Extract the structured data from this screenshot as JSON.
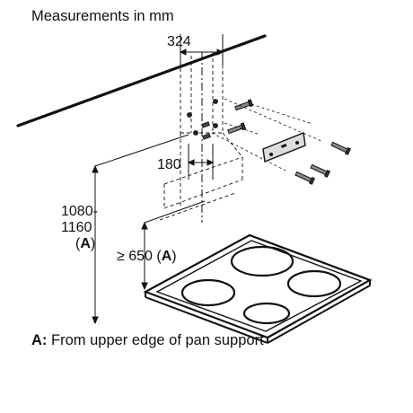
{
  "title": "Measurements in mm",
  "dimensions": {
    "width_324": "324",
    "width_180": "180",
    "height_range_line1": "1080-",
    "height_range_line2": "1160",
    "height_range_ref": "A",
    "min_height_prefix": "≥ 650 (",
    "min_height_ref": "A",
    "min_height_suffix": ")"
  },
  "footnote": {
    "ref": "A:",
    "text": " From upper edge of pan support"
  }
}
